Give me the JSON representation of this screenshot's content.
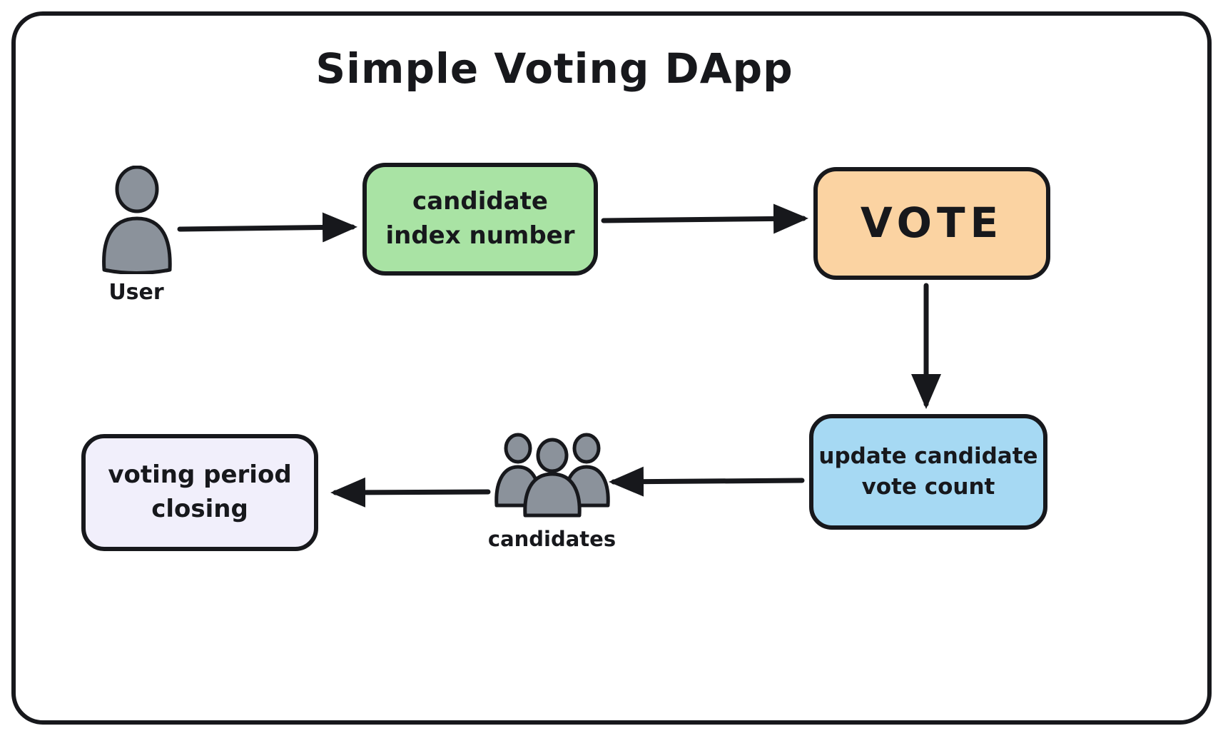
{
  "title": "Simple Voting DApp",
  "actors": {
    "user": {
      "label": "User"
    },
    "candidates": {
      "label": "candidates"
    }
  },
  "nodes": {
    "candidate_index": {
      "label": "candidate\nindex number",
      "fill": "#a9e3a4"
    },
    "vote": {
      "label": "VOTE",
      "fill": "#fbd3a2"
    },
    "update_count": {
      "label": "update candidate\nvote count",
      "fill": "#a6d9f3"
    },
    "voting_period": {
      "label": "voting period\nclosing",
      "fill": "#f1effb"
    }
  },
  "edges": [
    {
      "from": "User",
      "to": "candidate index number"
    },
    {
      "from": "candidate index number",
      "to": "VOTE"
    },
    {
      "from": "VOTE",
      "to": "update candidate vote count"
    },
    {
      "from": "update candidate vote count",
      "to": "candidates"
    },
    {
      "from": "candidates",
      "to": "voting period closing"
    }
  ],
  "colors": {
    "stroke": "#17181c",
    "background": "#ffffff",
    "person_fill": "#8b929b"
  }
}
